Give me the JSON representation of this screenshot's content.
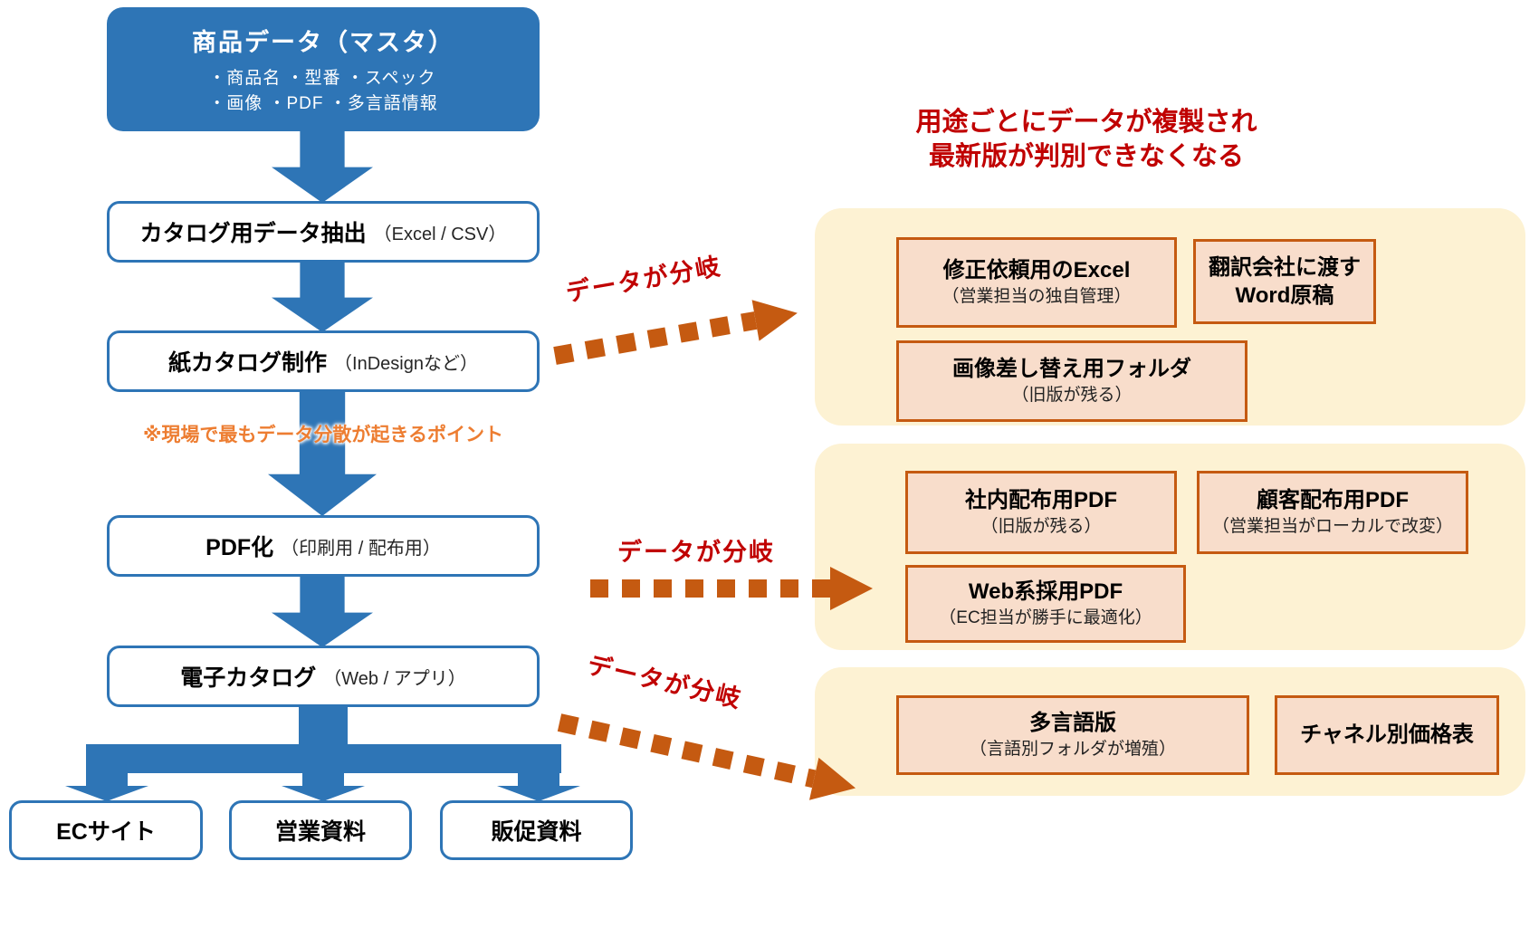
{
  "colors": {
    "blue": "#2E75B6",
    "red": "#C00000",
    "orange": "#ED7D31",
    "dark-orange": "#C55A11",
    "cream": "#FDF2D3",
    "pink": "#F8DDCB"
  },
  "flow": {
    "master": {
      "title": "商品データ（マスタ）",
      "bullets_line1": "・商品名 ・型番 ・スペック",
      "bullets_line2": "・画像 ・PDF ・多言語情報"
    },
    "steps": [
      {
        "label": "カタログ用データ抽出",
        "note": "（Excel / CSV）"
      },
      {
        "label": "紙カタログ制作",
        "note": "（InDesignなど）"
      },
      {
        "label": "PDF化",
        "note": "（印刷用 / 配布用）"
      },
      {
        "label": "電子カタログ",
        "note": "（Web / アプリ）"
      }
    ],
    "warning": "※現場で最もデータ分散が起きるポイント",
    "outputs": [
      {
        "label": "ECサイト"
      },
      {
        "label": "営業資料"
      },
      {
        "label": "販促資料"
      }
    ]
  },
  "right": {
    "heading_line1": "用途ごとにデータが複製され",
    "heading_line2": "最新版が判別できなくなる",
    "branch_label": "データが分岐",
    "panels": [
      {
        "boxes": [
          {
            "title": "修正依頼用のExcel",
            "sub": "（営業担当の独自管理）"
          },
          {
            "title": "翻訳会社に渡す",
            "sub": "Word原稿"
          },
          {
            "title": "画像差し替え用フォルダ",
            "sub": "（旧版が残る）"
          }
        ]
      },
      {
        "boxes": [
          {
            "title": "社内配布用PDF",
            "sub": "（旧版が残る）"
          },
          {
            "title": "顧客配布用PDF",
            "sub": "（営業担当がローカルで改変）"
          },
          {
            "title": "Web系採用PDF",
            "sub": "（EC担当が勝手に最適化）"
          }
        ]
      },
      {
        "boxes": [
          {
            "title": "多言語版",
            "sub": "（言語別フォルダが増殖）"
          },
          {
            "title": "チャネル別価格表",
            "sub": ""
          }
        ]
      }
    ]
  }
}
